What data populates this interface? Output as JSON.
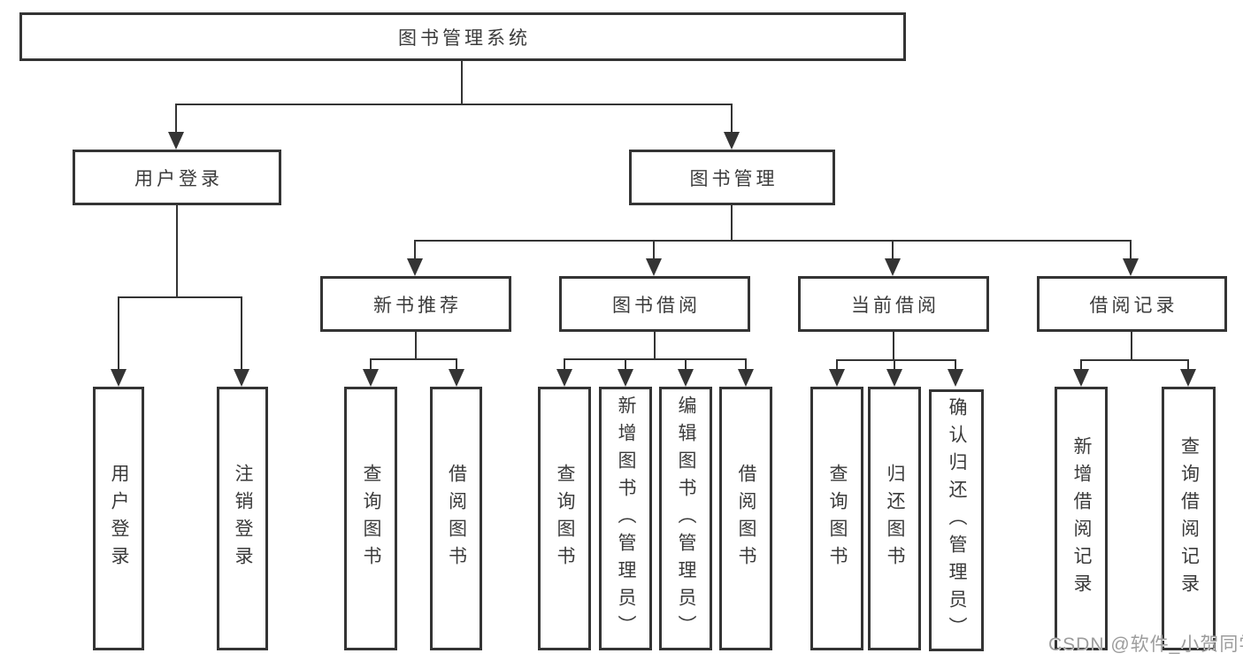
{
  "watermark": "CSDN @软件_小贺同学",
  "colors": {
    "line": "#343434",
    "box_border": "#343434",
    "text": "#3b3b3b",
    "watermark": "#9c9c9c",
    "background": "#ffffff"
  },
  "hierarchy": {
    "label": "图书管理系统",
    "children": [
      {
        "label": "用户登录",
        "children": [
          {
            "label": "用户登录"
          },
          {
            "label": "注销登录"
          }
        ]
      },
      {
        "label": "图书管理",
        "children": [
          {
            "label": "新书推荐",
            "children": [
              {
                "label": "查询图书"
              },
              {
                "label": "借阅图书"
              }
            ]
          },
          {
            "label": "图书借阅",
            "children": [
              {
                "label": "查询图书"
              },
              {
                "label": "新增图书（管理员）"
              },
              {
                "label": "编辑图书（管理员）"
              },
              {
                "label": "借阅图书"
              }
            ]
          },
          {
            "label": "当前借阅",
            "children": [
              {
                "label": "查询图书"
              },
              {
                "label": "归还图书"
              },
              {
                "label": "确认归还（管理员）"
              }
            ]
          },
          {
            "label": "借阅记录",
            "children": [
              {
                "label": "新增借阅记录"
              },
              {
                "label": "查询借阅记录"
              }
            ]
          }
        ]
      }
    ]
  }
}
